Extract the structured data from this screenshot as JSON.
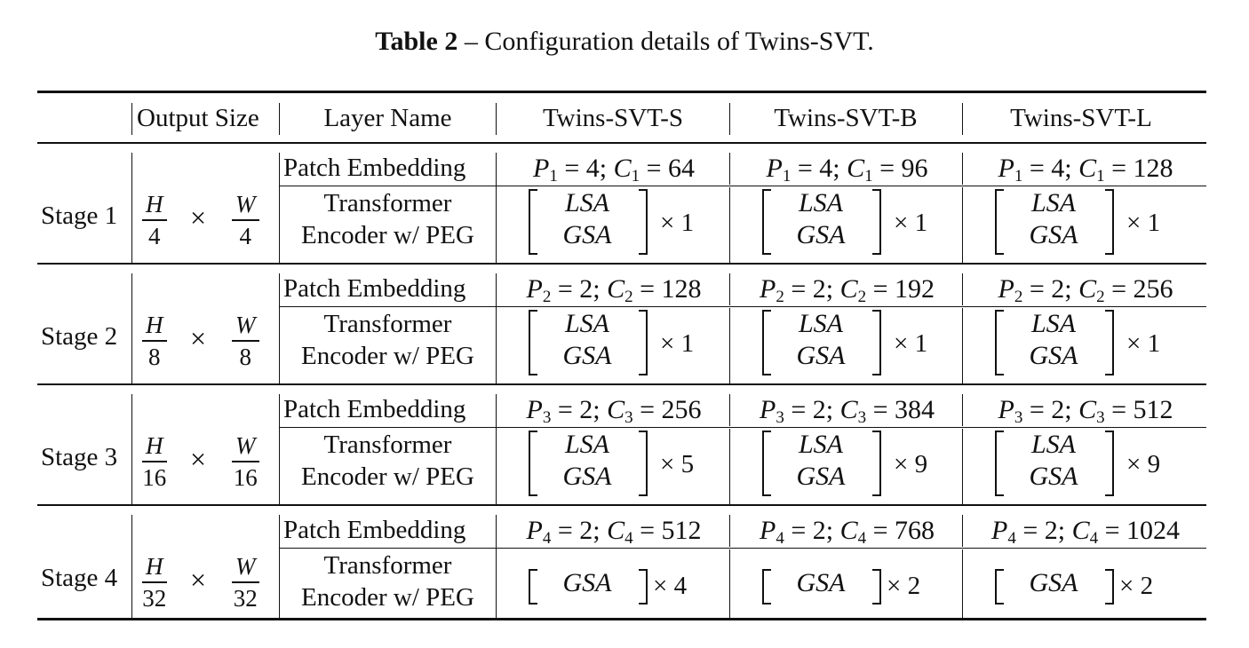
{
  "caption": {
    "label": "Table 2",
    "text": "– Configuration details of Twins-SVT."
  },
  "headers": [
    "Output Size",
    "Layer Name",
    "Twins-SVT-S",
    "Twins-SVT-B",
    "Twins-SVT-L"
  ],
  "stages": [
    {
      "label": "Stage 1",
      "num": "H",
      "num2": "W",
      "den": "4",
      "patch": "Patch Embedding",
      "enc1": "Transformer",
      "enc2": "Encoder w/ PEG",
      "pe": [
        {
          "P": "P",
          "pi": "1",
          "pv": "4",
          "C": "C",
          "ci": "1",
          "cv": "64"
        },
        {
          "P": "P",
          "pi": "1",
          "pv": "4",
          "C": "C",
          "ci": "1",
          "cv": "96"
        },
        {
          "P": "P",
          "pi": "1",
          "pv": "4",
          "C": "C",
          "ci": "1",
          "cv": "128"
        }
      ],
      "blocks": [
        {
          "top": "LSA",
          "bot": "GSA",
          "rep": "× 1"
        },
        {
          "top": "LSA",
          "bot": "GSA",
          "rep": "× 1"
        },
        {
          "top": "LSA",
          "bot": "GSA",
          "rep": "× 1"
        }
      ]
    },
    {
      "label": "Stage 2",
      "num": "H",
      "num2": "W",
      "den": "8",
      "patch": "Patch Embedding",
      "enc1": "Transformer",
      "enc2": "Encoder w/ PEG",
      "pe": [
        {
          "P": "P",
          "pi": "2",
          "pv": "2",
          "C": "C",
          "ci": "2",
          "cv": "128"
        },
        {
          "P": "P",
          "pi": "2",
          "pv": "2",
          "C": "C",
          "ci": "2",
          "cv": "192"
        },
        {
          "P": "P",
          "pi": "2",
          "pv": "2",
          "C": "C",
          "ci": "2",
          "cv": "256"
        }
      ],
      "blocks": [
        {
          "top": "LSA",
          "bot": "GSA",
          "rep": "× 1"
        },
        {
          "top": "LSA",
          "bot": "GSA",
          "rep": "× 1"
        },
        {
          "top": "LSA",
          "bot": "GSA",
          "rep": "× 1"
        }
      ]
    },
    {
      "label": "Stage 3",
      "num": "H",
      "num2": "W",
      "den": "16",
      "patch": "Patch Embedding",
      "enc1": "Transformer",
      "enc2": "Encoder w/ PEG",
      "pe": [
        {
          "P": "P",
          "pi": "3",
          "pv": "2",
          "C": "C",
          "ci": "3",
          "cv": "256"
        },
        {
          "P": "P",
          "pi": "3",
          "pv": "2",
          "C": "C",
          "ci": "3",
          "cv": "384"
        },
        {
          "P": "P",
          "pi": "3",
          "pv": "2",
          "C": "C",
          "ci": "3",
          "cv": "512"
        }
      ],
      "blocks": [
        {
          "top": "LSA",
          "bot": "GSA",
          "rep": "× 5"
        },
        {
          "top": "LSA",
          "bot": "GSA",
          "rep": "× 9"
        },
        {
          "top": "LSA",
          "bot": "GSA",
          "rep": "× 9"
        }
      ]
    },
    {
      "label": "Stage 4",
      "num": "H",
      "num2": "W",
      "den": "32",
      "patch": "Patch Embedding",
      "enc1": "Transformer",
      "enc2": "Encoder w/ PEG",
      "pe": [
        {
          "P": "P",
          "pi": "4",
          "pv": "2",
          "C": "C",
          "ci": "4",
          "cv": "512"
        },
        {
          "P": "P",
          "pi": "4",
          "pv": "2",
          "C": "C",
          "ci": "4",
          "cv": "768"
        },
        {
          "P": "P",
          "pi": "4",
          "pv": "2",
          "C": "C",
          "ci": "4",
          "cv": "1024"
        }
      ],
      "blocks": [
        {
          "top": "",
          "bot": "GSA",
          "rep": "× 4"
        },
        {
          "top": "",
          "bot": "GSA",
          "rep": "× 2"
        },
        {
          "top": "",
          "bot": "GSA",
          "rep": "× 2"
        }
      ]
    }
  ]
}
